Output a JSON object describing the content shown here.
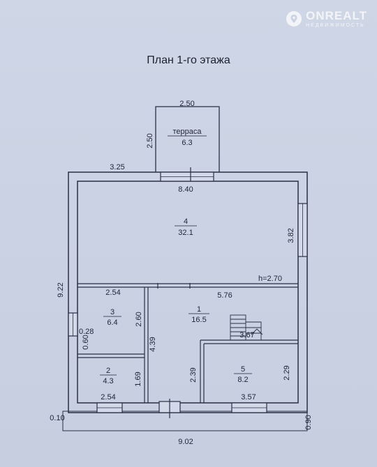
{
  "watermark": {
    "brand": "ONREALT",
    "sub": "НЕДВИЖИМОСТЬ"
  },
  "title": "План 1-го этажа",
  "rooms": {
    "terrace": {
      "name": "терраса",
      "area": "6.3"
    },
    "r4": {
      "num": "4",
      "area": "32.1"
    },
    "r3": {
      "num": "3",
      "area": "6.4"
    },
    "r1": {
      "num": "1",
      "area": "16.5"
    },
    "r2": {
      "num": "2",
      "area": "4.3"
    },
    "r5": {
      "num": "5",
      "area": "8.2"
    }
  },
  "dimensions": {
    "terrace_width": "2.50",
    "terrace_depth": "2.50",
    "top_left": "3.25",
    "room4_width": "8.40",
    "room4_depth": "3.82",
    "height": "h=2.70",
    "total_depth": "9.22",
    "room3_width": "2.54",
    "room1_width": "5.76",
    "room3_depth": "2.60",
    "wall_a": "0.28",
    "wall_b": "0.60",
    "room1_depth": "4.39",
    "stair": "3.67",
    "room2_depth": "1.69",
    "room5_left": "2.39",
    "room5_right": "2.29",
    "room2_width": "2.54",
    "room5_width": "3.57",
    "plinth_left": "0.10",
    "plinth_right": "0.90",
    "total_width": "9.02"
  }
}
